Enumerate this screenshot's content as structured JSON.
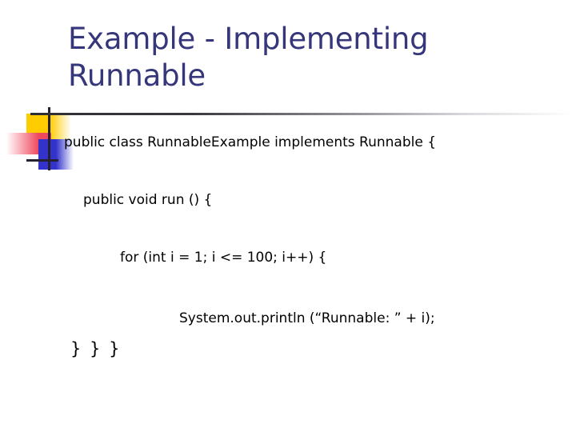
{
  "slide": {
    "title": "Example - Implementing Runnable",
    "decor": {
      "yellow": "#FFCC00",
      "red": "#F0485C",
      "blue": "#3333CC",
      "cross": "#262033"
    },
    "title_color": "#36367A",
    "rule_color": "#2F2F33",
    "background": "#FFFFFF",
    "code_lines": [
      "public class RunnableExample implements Runnable {",
      "public void run () {",
      "for (int i = 1; i <= 100; i++) {",
      "System.out.println (“Runnable: ” + i);",
      "} } }"
    ]
  }
}
